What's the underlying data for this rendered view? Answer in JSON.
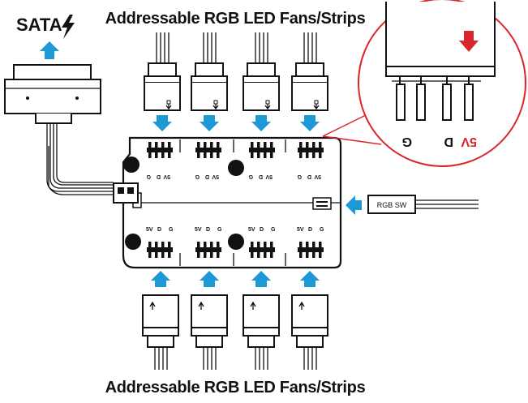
{
  "labels": {
    "title_top": "Addressable RGB LED Fans/Strips",
    "title_bottom": "Addressable RGB LED Fans/Strips",
    "sata": "SATA",
    "rgb_sw": "RGB SW",
    "pin_5v": "5V",
    "pin_d": "D",
    "pin_g": "G"
  },
  "icons": {
    "power": "lightning-bolt-icon",
    "arrow": "blue-arrow-icon",
    "red_arrow": "red-arrow-icon",
    "key": "connector-key-arrow-icon"
  },
  "colors": {
    "arrow_blue": "#1d9ad6",
    "zoom_red": "#d9262c",
    "ink": "#111111"
  }
}
